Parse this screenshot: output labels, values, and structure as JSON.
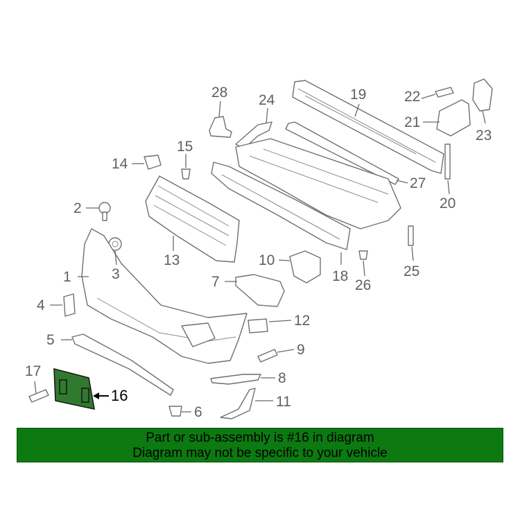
{
  "callouts": {
    "n1": "1",
    "n2": "2",
    "n3": "3",
    "n4": "4",
    "n5": "5",
    "n6": "6",
    "n7": "7",
    "n8": "8",
    "n9": "9",
    "n10": "10",
    "n11": "11",
    "n12": "12",
    "n13": "13",
    "n14": "14",
    "n15": "15",
    "n16": "16",
    "n17": "17",
    "n18": "18",
    "n19": "19",
    "n20": "20",
    "n21": "21",
    "n22": "22",
    "n23": "23",
    "n24": "24",
    "n25": "25",
    "n26": "26",
    "n27": "27",
    "n28": "28"
  },
  "highlighted_part": "16",
  "colors": {
    "banner": "#0c7a11",
    "highlight": "#2f7a2f",
    "line_art": "#6f6f6f"
  },
  "banner": {
    "line1": "Part or sub-assembly is #16 in diagram",
    "line2": "Diagram may not be specific to your vehicle"
  }
}
